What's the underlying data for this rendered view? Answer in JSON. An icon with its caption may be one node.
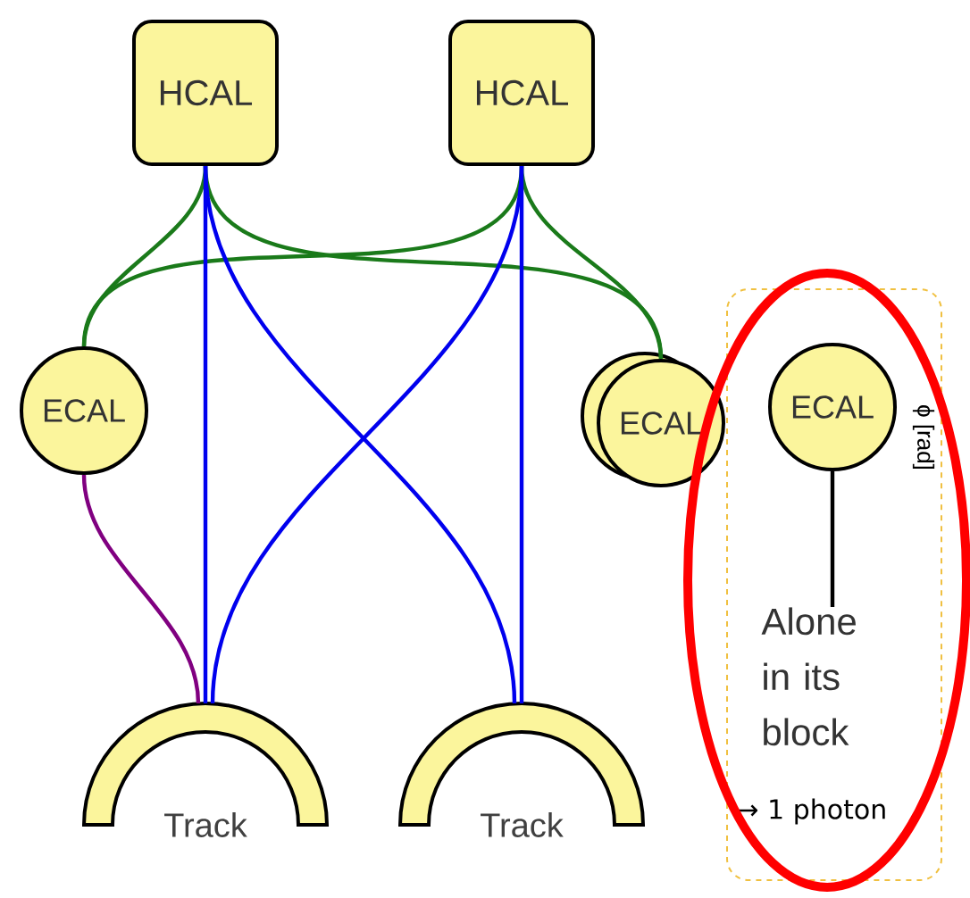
{
  "diagram": {
    "nodes": [
      {
        "text": [
          "HCAL"
        ]
      },
      {
        "text": [
          "HCAL"
        ]
      },
      {
        "text": [
          "ECAL"
        ]
      },
      {
        "text": [
          "ECAL"
        ]
      },
      {
        "text": [
          "→ 1 photon"
        ]
      },
      {
        "text": [
          "ECAL"
        ],
        "in": 4
      },
      {
        "text": [
          "Alone in its block"
        ],
        "in": 4
      },
      {
        "text": [
          "Track"
        ]
      },
      {
        "text": [
          "Track"
        ]
      }
    ],
    "edges": [
      {
        "from": 0,
        "to": 2,
        "arrow": "none",
        "color": "#1a7a1a"
      },
      {
        "from": 0,
        "to": 3,
        "arrow": "none",
        "color": "#1a7a1a"
      },
      {
        "from": 1,
        "to": 2,
        "arrow": "none",
        "color": "#1a7a1a"
      },
      {
        "from": 1,
        "to": 3,
        "arrow": "none",
        "color": "#1a7a1a"
      },
      {
        "from": 0,
        "to": 7,
        "arrow": "none",
        "color": "#0000ee"
      },
      {
        "from": 0,
        "to": 8,
        "arrow": "none",
        "color": "#0000ee"
      },
      {
        "from": 1,
        "to": 7,
        "arrow": "none",
        "color": "#0000ee"
      },
      {
        "from": 1,
        "to": 8,
        "arrow": "none",
        "color": "#0000ee"
      },
      {
        "from": 2,
        "to": 7,
        "arrow": "none",
        "color": "#800080"
      },
      {
        "from": 5,
        "to": 6,
        "arrow": "none",
        "color": "#000000"
      }
    ],
    "labels": [
      "ϕ [rad]"
    ]
  }
}
